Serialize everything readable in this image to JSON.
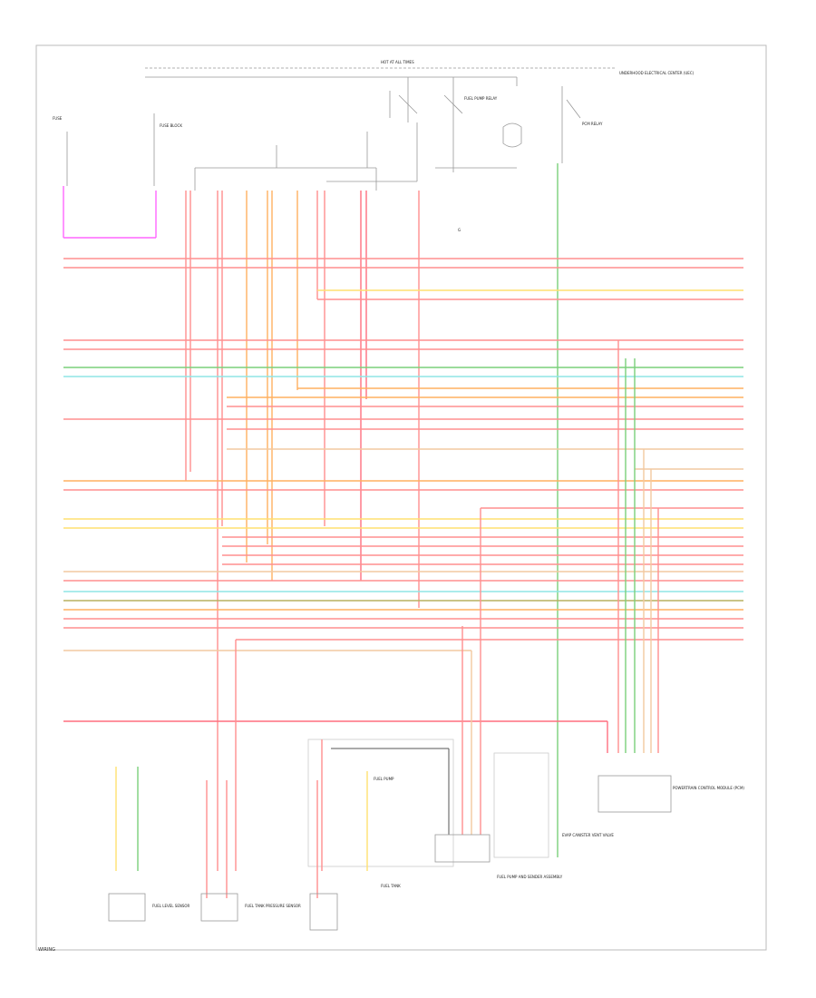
{
  "labels": {
    "hot_at_all_times": "HOT AT ALL TIMES",
    "underhood_relay_box": "UNDERHOOD ELECTRICAL CENTER (UEC)",
    "fuse_left": "FUSE",
    "fuse_block": "FUSE BLOCK",
    "fuel_pump_relay": "FUEL PUMP RELAY",
    "pcm_relay": "PCM RELAY",
    "fuel_tank_label": "FUEL TANK",
    "fuel_level_sensor": "FUEL LEVEL SENSOR",
    "fuel_tank_pressure_sensor": "FUEL TANK PRESSURE SENSOR",
    "fuel_pump": "FUEL PUMP",
    "evap_vent_valve": "EVAP CANISTER VENT VALVE",
    "fuel_pump_module": "FUEL PUMP AND SENDER ASSEMBLY",
    "pcm": "POWERTRAIN CONTROL MODULE (PCM)",
    "ground": "G",
    "footer": "WIRING"
  },
  "wire_colors": {
    "red": "#ff8f8f",
    "pink_red": "#ff6f7f",
    "orange": "#ffb060",
    "yellow": "#ffe070",
    "green": "#7ad07a",
    "cyan": "#8fe6e6",
    "olive": "#b8b060",
    "tan": "#f2c9a0",
    "magenta": "#ff66ff",
    "gray": "#aaaaaa",
    "black": "#333333"
  }
}
